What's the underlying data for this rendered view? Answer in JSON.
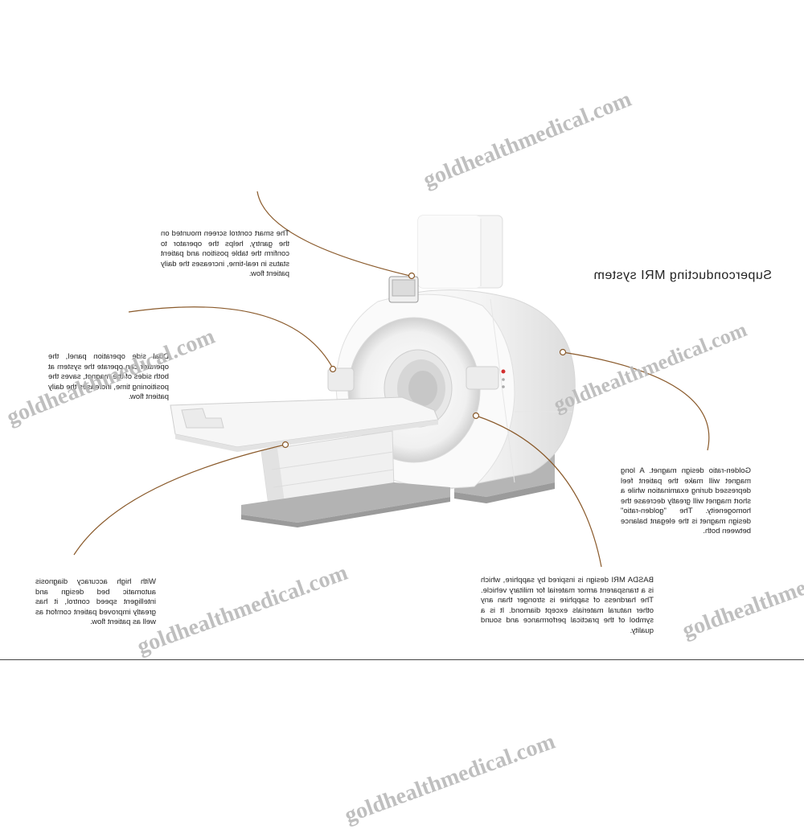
{
  "title": "Superconducting MRI system",
  "callouts": {
    "screen": "The smart control screen mounted on the gantry, helps the operator to confirm the table position and patient status in real-time, increases the daily patient flow.",
    "panel": "Dual side operation panel, the operator can operate the system at both sides of the magnet, saves the positioning time, increases the daily patient flow.",
    "magnet": "Golden-ratio design magnet. A long magnet will make the patient feel depressed during examination while a short magnet will greatly decrease the homogeneity. The \"golden-ratio\" design magnet is the elegant balance between both.",
    "bed": "With high accuracy diagnosis automatic bed design and intelligent speed control, it has greatly improved patient comfort as well as patient flow.",
    "design": "BASDA MRI design is inspired by sapphire, which is a transparent armor material for military vehicle. The hardness of sapphire is stronger than any other natural materials except diamond. It is a symbol of the practical performance and sound quality."
  },
  "watermark": "goldhealthmedical.com",
  "colors": {
    "leader": "#8a5a2b",
    "machine": "#f4f4f4",
    "base": "#a9a9a9"
  }
}
